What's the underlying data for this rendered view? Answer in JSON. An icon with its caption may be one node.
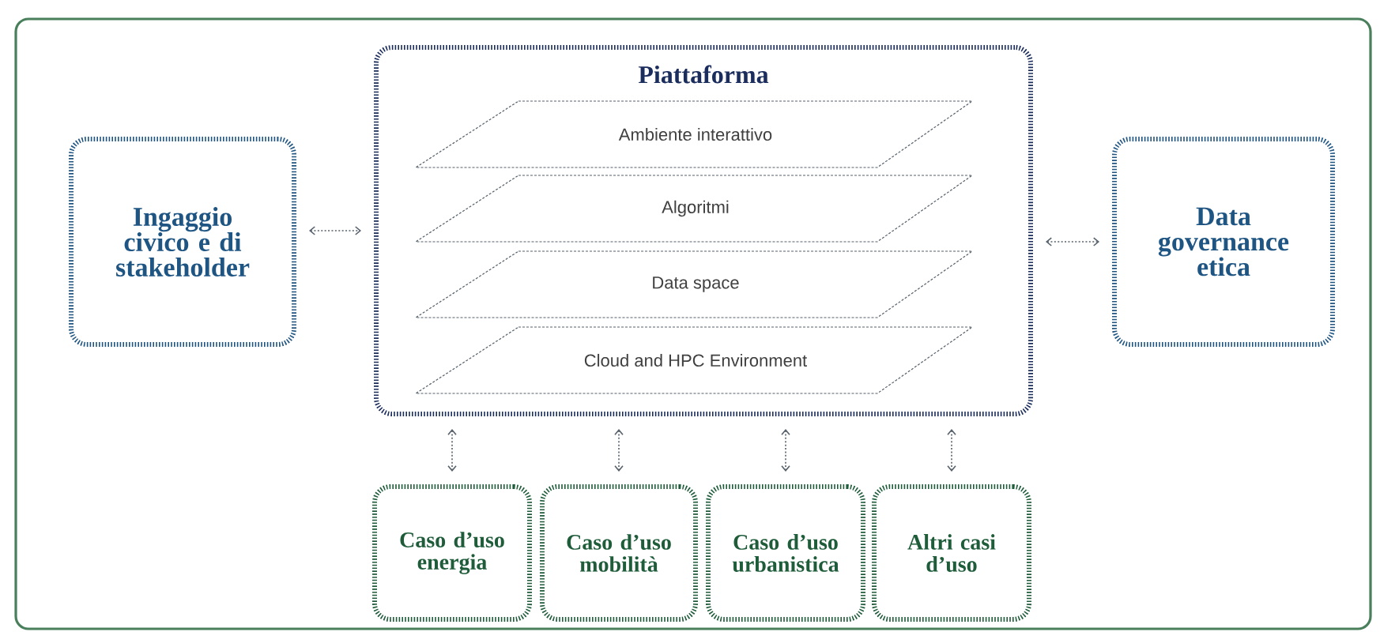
{
  "diagram": {
    "nodes": [
      {
        "text": [
          "Ingaggio civico e di stakeholder"
        ]
      },
      {
        "text": [
          "Piattaforma"
        ]
      },
      {
        "text": [
          "Ambiente interattivo"
        ],
        "in": 1
      },
      {
        "text": [
          "Algoritmi"
        ],
        "in": 1
      },
      {
        "text": [
          "Data space"
        ],
        "in": 1
      },
      {
        "text": [
          "Cloud and HPC Environment"
        ],
        "in": 1
      },
      {
        "text": [
          "Data governance etica"
        ]
      },
      {
        "text": [
          "Caso d’uso energia"
        ]
      },
      {
        "text": [
          "Caso d’uso mobilità"
        ]
      },
      {
        "text": [
          "Caso d’uso urbanistica"
        ]
      },
      {
        "text": [
          "Altri casi d’uso"
        ]
      }
    ],
    "edges": [
      {
        "from": 0,
        "to": 1,
        "arrow": "both"
      },
      {
        "from": 1,
        "to": 6,
        "arrow": "both"
      },
      {
        "from": 1,
        "to": 7,
        "arrow": "both"
      },
      {
        "from": 1,
        "to": 8,
        "arrow": "both"
      },
      {
        "from": 1,
        "to": 9,
        "arrow": "both"
      },
      {
        "from": 1,
        "to": 10,
        "arrow": "both"
      }
    ]
  }
}
